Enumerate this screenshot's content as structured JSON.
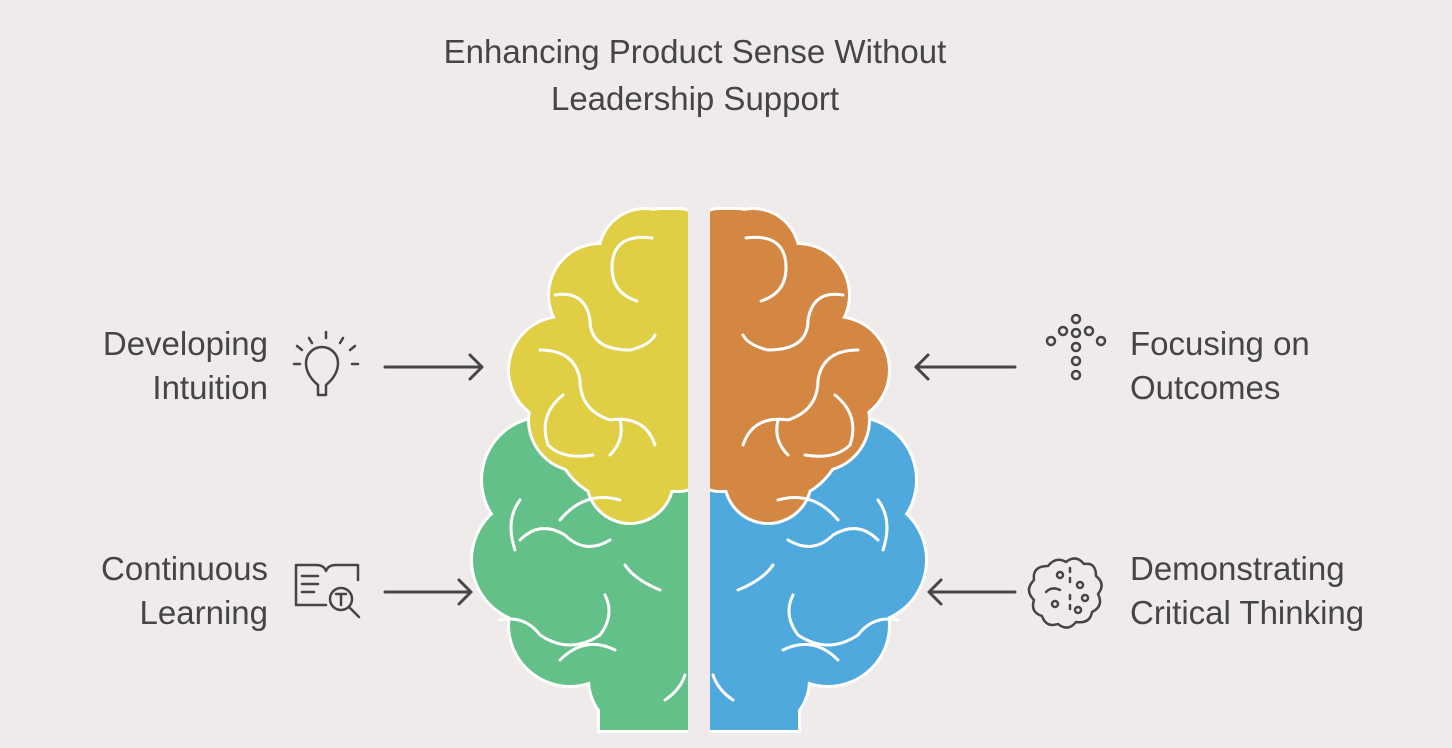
{
  "title": {
    "line1": "Enhancing Product Sense Without",
    "line2": "Leadership Support"
  },
  "items": [
    {
      "line1": "Developing",
      "line2": "Intuition",
      "icon": "lightbulb-icon",
      "color": "#e0cf45"
    },
    {
      "line1": "Continuous",
      "line2": "Learning",
      "icon": "book-search-icon",
      "color": "#64c089"
    },
    {
      "line1": "Focusing on",
      "line2": "Outcomes",
      "icon": "dotted-arrow-up-icon",
      "color": "#d48643"
    },
    {
      "line1": "Demonstrating",
      "line2": "Critical Thinking",
      "icon": "brain-network-icon",
      "color": "#4fa9dc"
    }
  ]
}
